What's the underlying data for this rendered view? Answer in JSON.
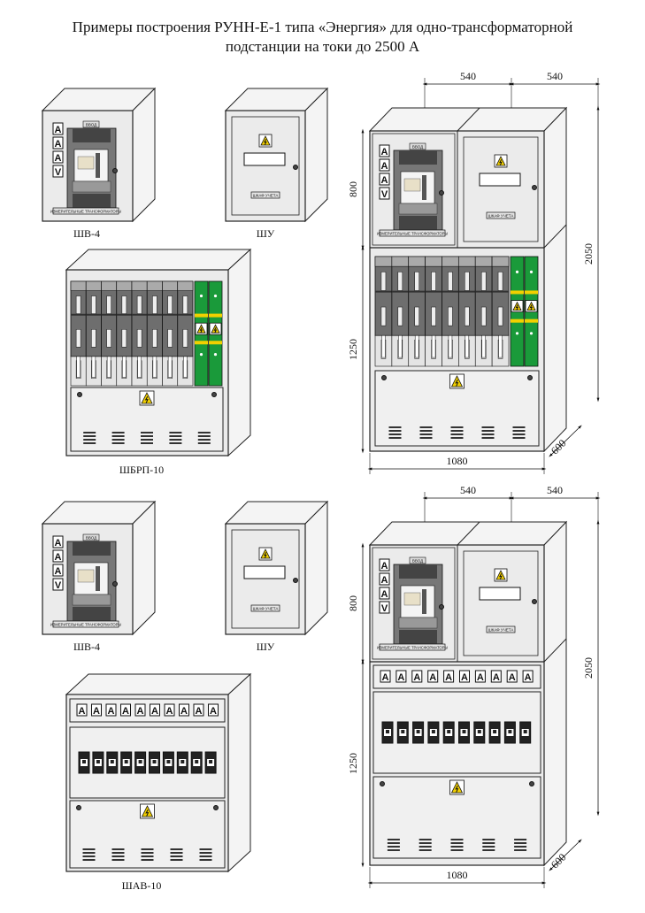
{
  "title": {
    "line1": "Примеры построения РУНН-Е-1 типа «Энергия» для одно-трансформаторной",
    "line2": "подстанции на токи до 2500 А"
  },
  "labels": {
    "shv4": "ШВ-4",
    "shu": "ШУ",
    "shbrp10": "ШБРП-10",
    "shav10": "ШАВ-10"
  },
  "panel_text": {
    "vvod": "ВВОД",
    "transformers": "ИЗМЕРИТЕЛЬНЫЕ ТРАНСФОРМАТОРЫ",
    "shkaf_ucheta": "ШКАФ УЧЕТА",
    "meter_a": "A",
    "meter_v": "V"
  },
  "dimensions": {
    "width_section": "540",
    "height_top": "800",
    "height_bottom": "1250",
    "height_total": "2050",
    "width_total": "1080",
    "depth": "600"
  },
  "colors": {
    "cabinet": "#ebebeb",
    "side": "#f4f4f4",
    "fuse": "#6e6e6e",
    "green": "#1a9a3a",
    "yellow": "#f2d000"
  }
}
